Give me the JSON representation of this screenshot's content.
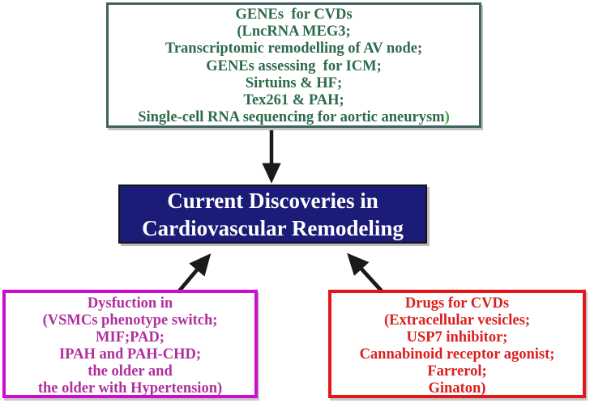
{
  "diagram": {
    "top_box": {
      "lines": [
        "GENEs  for CVDs",
        "(LncRNA MEG3;",
        "Transcriptomic remodelling of AV node;",
        "GENEs assessing  for ICM;",
        "Sirtuins & HF;",
        "Tex261 & PAH;"
      ],
      "last_line": "Single-cell RNA sequencing for aortic aneurysm",
      "last_line_paren": ")",
      "text_color": "#2d6b4b",
      "border_color": "#3f625c",
      "paren_color": "#3aa53a"
    },
    "center_box": {
      "lines": [
        "Current Discoveries in",
        "Cardiovascular Remodeling"
      ],
      "bg_color": "#1b1b78",
      "text_color": "#ffffff"
    },
    "left_box": {
      "lines": [
        "Dysfuction in",
        "(VSMCs phenotype switch;",
        "MIF;PAD;",
        "IPAH and PAH-CHD;",
        "the older and",
        "the older with Hypertension)"
      ],
      "text_color": "#b02f9e",
      "border_color": "#cc0dcc"
    },
    "right_box": {
      "lines": [
        "Drugs for CVDs",
        "(Extracellular vesicles;",
        "USP7 inhibitor;",
        "Cannabinoid receptor agonist;",
        "Farrerol;",
        "Ginaton)"
      ],
      "text_color": "#da1f1f",
      "border_color": "#e31717"
    },
    "arrow_color": "#1a1a1a"
  }
}
